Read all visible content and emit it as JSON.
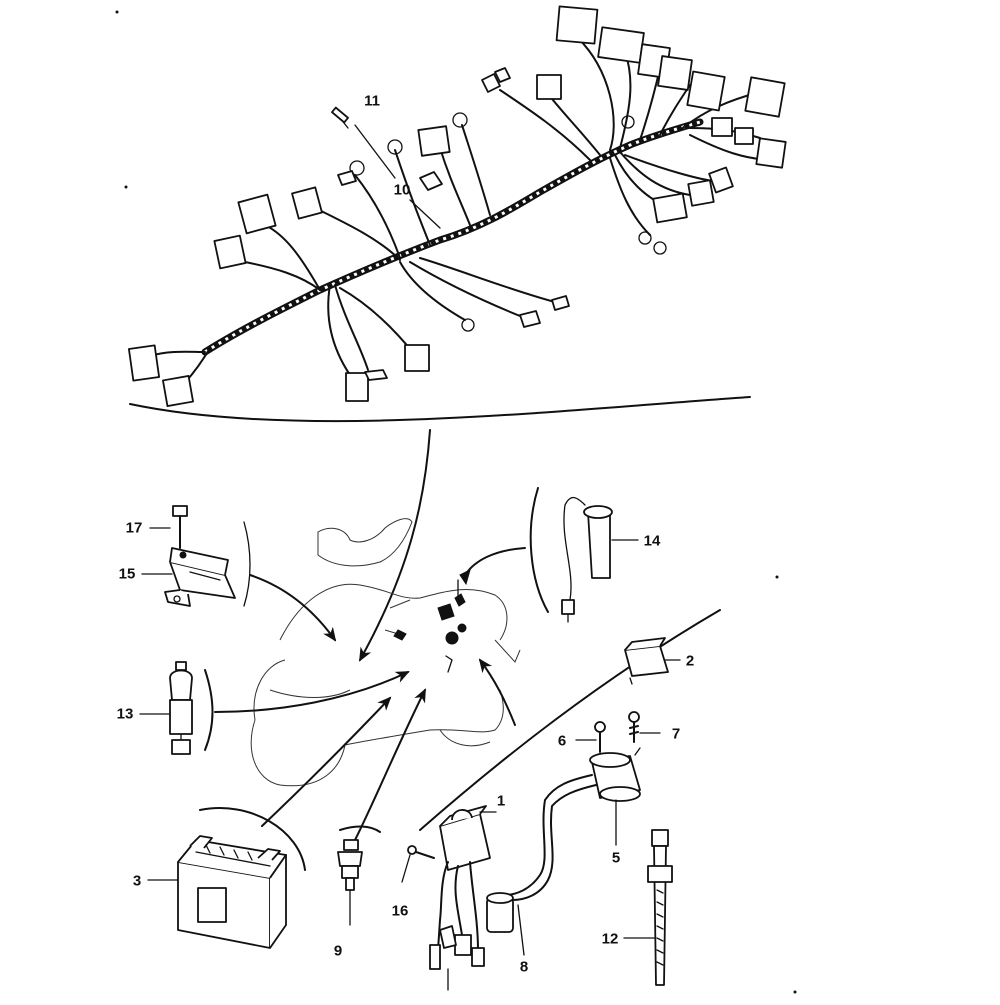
{
  "diagram": {
    "callouts": [
      {
        "id": "c11",
        "text": "11"
      },
      {
        "id": "c10",
        "text": "10"
      },
      {
        "id": "c17",
        "text": "17"
      },
      {
        "id": "c15",
        "text": "15"
      },
      {
        "id": "c14",
        "text": "14"
      },
      {
        "id": "c2",
        "text": "2"
      },
      {
        "id": "c13",
        "text": "13"
      },
      {
        "id": "c6",
        "text": "6"
      },
      {
        "id": "c7",
        "text": "7"
      },
      {
        "id": "c1",
        "text": "1"
      },
      {
        "id": "c5",
        "text": "5"
      },
      {
        "id": "c3",
        "text": "3"
      },
      {
        "id": "c16",
        "text": "16"
      },
      {
        "id": "c9",
        "text": "9"
      },
      {
        "id": "c12",
        "text": "12"
      },
      {
        "id": "c8",
        "text": "8"
      }
    ]
  }
}
